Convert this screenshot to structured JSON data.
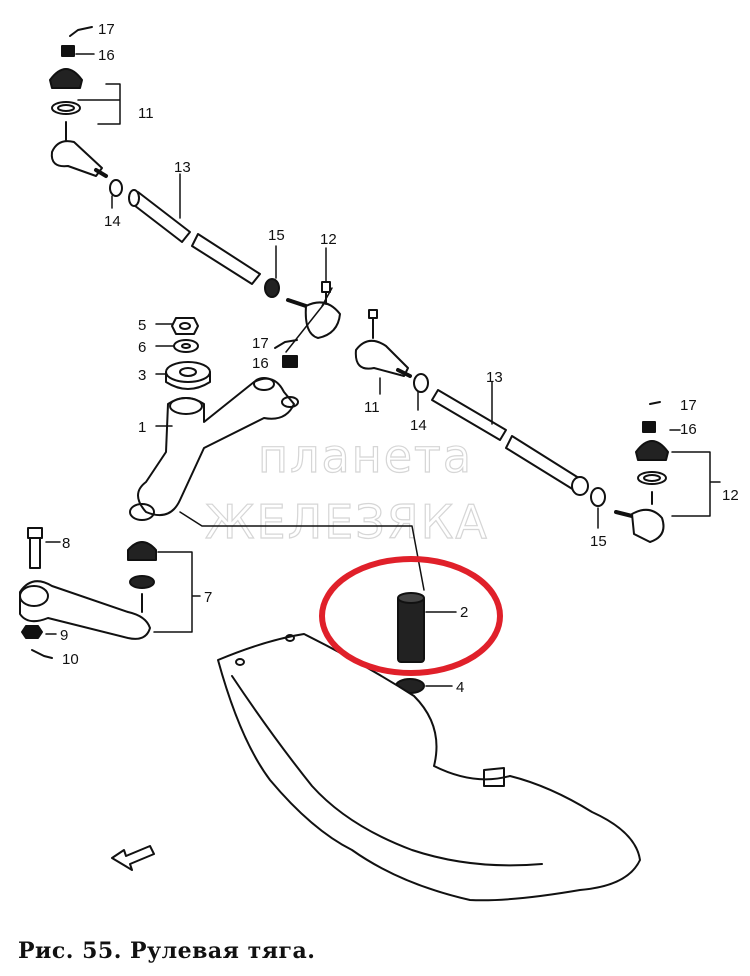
{
  "figure": {
    "caption": "Рис. 55. Рулевая тяга.",
    "watermark_line1": "планета",
    "watermark_line2": "ЖЕЛЕЗЯКА",
    "highlight_color": "#e0202a"
  },
  "callouts": {
    "n17_top": "17",
    "n16_top": "16",
    "n11_top": "11",
    "n13_top": "13",
    "n14_top": "14",
    "n15_top": "15",
    "n12_top": "12",
    "n5": "5",
    "n6": "6",
    "n3": "3",
    "n1": "1",
    "n17_mid": "17",
    "n16_mid": "16",
    "n11_right": "11",
    "n13_right": "13",
    "n14_right": "14",
    "n17_right": "17",
    "n16_right": "16",
    "n12_right": "12",
    "n15_right": "15",
    "n8": "8",
    "n7": "7",
    "n9": "9",
    "n10": "10",
    "n2": "2",
    "n4": "4"
  }
}
